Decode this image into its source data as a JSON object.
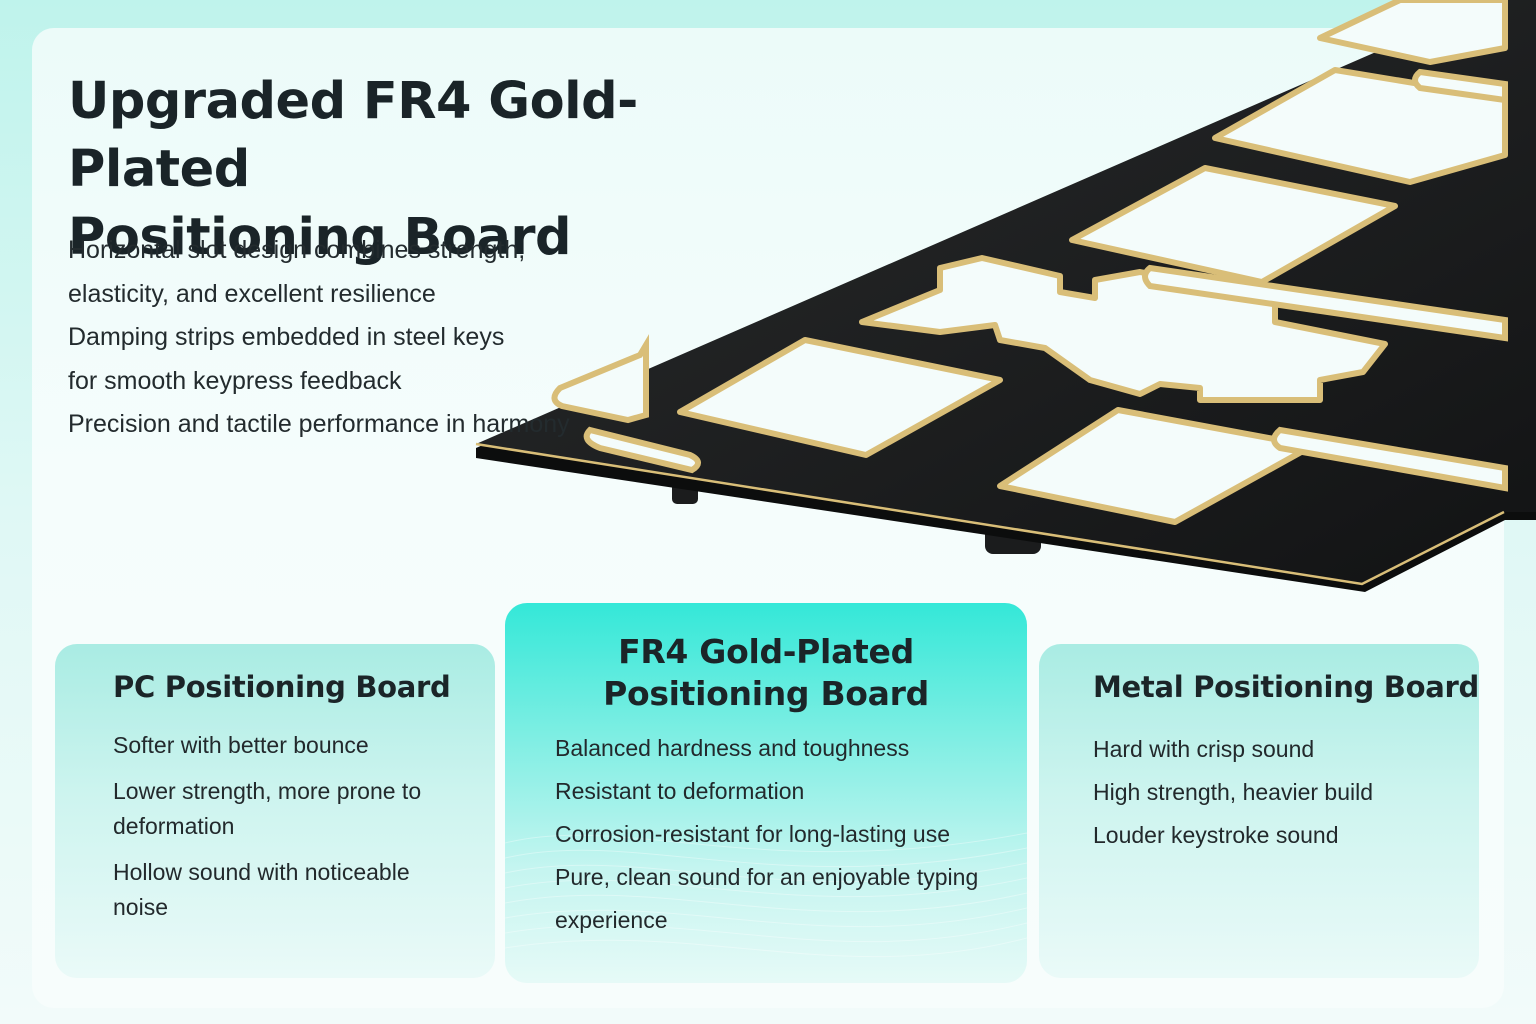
{
  "headline": {
    "line1": "Upgraded FR4 Gold-Plated",
    "line2": "Positioning Board"
  },
  "features": [
    "Horizontal slot design combines strength,",
    "elasticity, and excellent resilience",
    "Damping strips embedded in steel keys",
    "for smooth keypress feedback",
    "Precision and tactile performance in harmony"
  ],
  "cards": {
    "pc": {
      "title": "PC Positioning Board",
      "items": [
        "Softer with better bounce",
        "Lower strength, more prone to deformation",
        "Hollow sound with noticeable noise"
      ]
    },
    "fr4": {
      "title_line1": "FR4 Gold-Plated",
      "title_line2": "Positioning Board",
      "items": [
        "Balanced hardness and toughness",
        "Resistant to deformation",
        "Corrosion-resistant for long-lasting use",
        "Pure, clean sound for an enjoyable typing experience"
      ]
    },
    "metal": {
      "title": "Metal Positioning Board",
      "items": [
        "Hard with crisp sound",
        "High strength, heavier build",
        "Louder keystroke sound"
      ]
    }
  },
  "colors": {
    "board_black": "#17191a",
    "gold_trim": "#d9be78",
    "accent_teal": "#34e8d8"
  }
}
